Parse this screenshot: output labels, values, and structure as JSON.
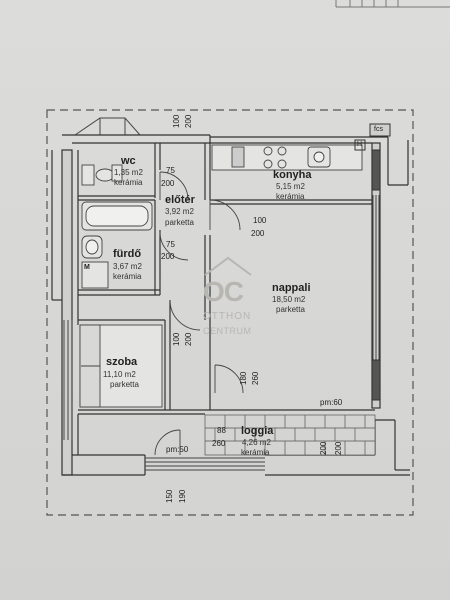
{
  "rooms": [
    {
      "id": "wc",
      "name": "wc",
      "area": "1,35 m2",
      "floor": "kerámia"
    },
    {
      "id": "eloter",
      "name": "előtér",
      "area": "3,92 m2",
      "floor": "parketta"
    },
    {
      "id": "furdo",
      "name": "fürdő",
      "area": "3,67 m2",
      "floor": "kerámia"
    },
    {
      "id": "konyha",
      "name": "konyha",
      "area": "5,15 m2",
      "floor": "kerámia"
    },
    {
      "id": "nappali",
      "name": "nappali",
      "area": "18,50 m2",
      "floor": "parketta"
    },
    {
      "id": "szoba",
      "name": "szoba",
      "area": "11,10 m2",
      "floor": "parketta"
    },
    {
      "id": "loggia",
      "name": "loggia",
      "area": "4,26 m2",
      "floor": "kerámia"
    }
  ],
  "dimensions": {
    "d100_top": "100",
    "d200_top": "200",
    "d75_wc": "75",
    "d200_wc": "200",
    "d100_eloter": "100",
    "d200_eloter": "200",
    "d75_furdo": "75",
    "d200_furdo": "200",
    "d100_mid": "100",
    "d200_mid": "200",
    "d180": "180",
    "d260_v": "260",
    "d88": "88",
    "d260_h": "260",
    "d200_log1": "200",
    "d200_log2": "200",
    "d150": "150",
    "d190": "190"
  },
  "annotations": {
    "fcs": "fcs",
    "h_mark": "H",
    "m_mark": "M",
    "pm60": "pm:60",
    "pm50": "pm:50"
  },
  "watermark": {
    "mark": "OC",
    "line1": "OTTHON",
    "line2": "CENTRUM"
  }
}
